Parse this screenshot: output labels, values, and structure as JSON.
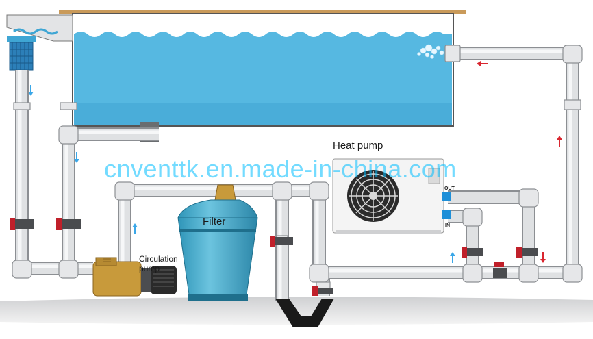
{
  "labels": {
    "heat_pump": "Heat pump",
    "filter": "Filter",
    "circulation": "Circulation",
    "pump": "pump",
    "out": "OUT",
    "in": "IN"
  },
  "watermark": "cnventtk.en.made-in-china.com",
  "colors": {
    "water": "#56b8e1",
    "water_dark": "#3fa6d4",
    "pipe": "#d9dbde",
    "pipe_edge": "#8c8f93",
    "heat_pump_body": "#f2f2f2",
    "fitting_blue": "#1e8fd8",
    "valve_red": "#c0202a",
    "arrow_blue": "#3aa7e8",
    "arrow_red": "#d9262f",
    "pump_brass": "#c89a3b",
    "motor": "#2a2a2a",
    "ground": "#e9e9e9",
    "deck_wood": "#c99a5a"
  },
  "icons": {
    "fan": "fan-icon",
    "valve": "valve-icon",
    "arrow": "flow-arrow-icon",
    "skimmer": "skimmer-basket-icon"
  }
}
